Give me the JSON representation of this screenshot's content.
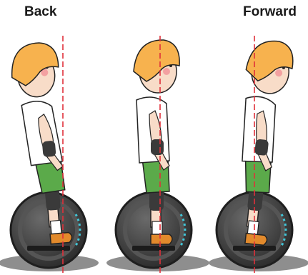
{
  "labels": {
    "back": "Back",
    "forward": "Forward"
  },
  "colors": {
    "helmet": "#F7B24E",
    "helmet_shade": "#E8932C",
    "skin": "#F8DCC8",
    "blush": "#F3A1A1",
    "shirt": "#FFFFFF",
    "pants": "#5BAA4A",
    "pad": "#3A3A3A",
    "wheel": "#2E2E2E",
    "wheel_rim": "#5A5A5A",
    "wheel_light": "#41C7D9",
    "shoe": "#E28A2C",
    "sock": "#FFFFFF",
    "dashed_line": "#E0303A",
    "shadow": "#8E8E8E"
  },
  "figures": [
    {
      "name": "figure-back",
      "pose": "lean-back"
    },
    {
      "name": "figure-neutral",
      "pose": "upright"
    },
    {
      "name": "figure-forward",
      "pose": "lean-forward"
    }
  ]
}
